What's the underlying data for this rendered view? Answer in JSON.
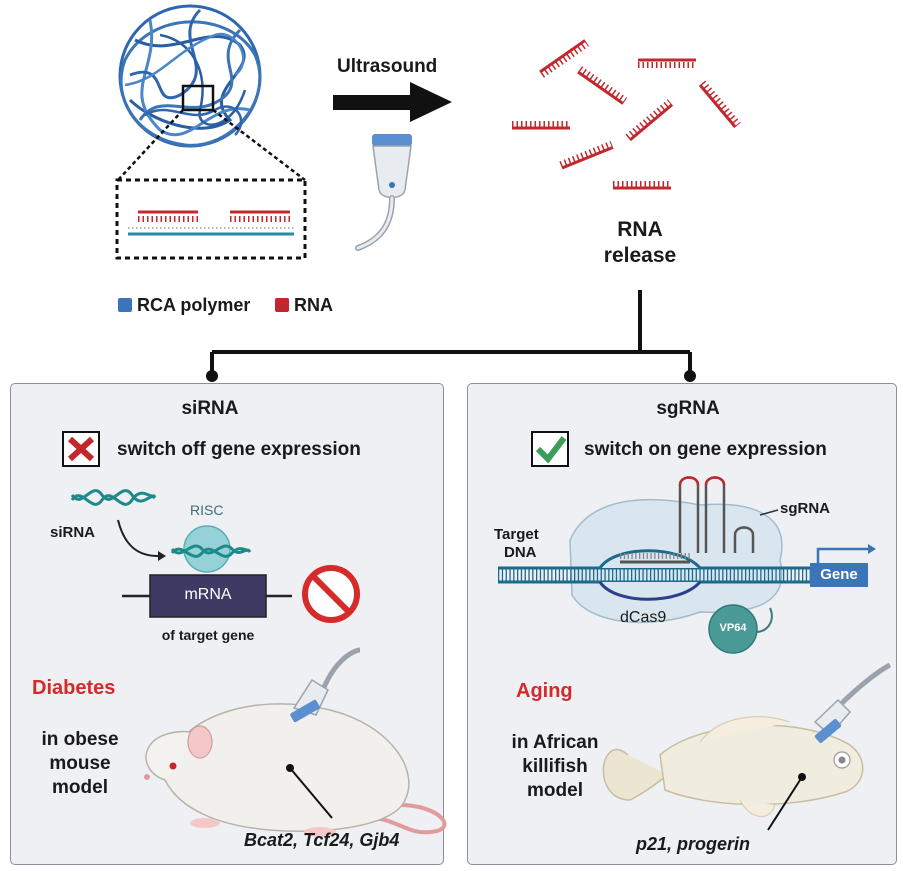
{
  "top": {
    "ultrasound_label": "Ultrasound",
    "release_label_line1": "RNA",
    "release_label_line2": "release",
    "legend": [
      {
        "label": "RCA polymer",
        "color": "#3a75b8"
      },
      {
        "label": "RNA",
        "color": "#c0282d"
      }
    ]
  },
  "left_panel": {
    "title": "siRNA",
    "status_text": "switch off gene expression",
    "status_icon": "red-x-icon",
    "sirna_label": "siRNA",
    "risc_label": "RISC",
    "mrna_label": "mRNA",
    "target_label": "of target gene",
    "disease": "Diabetes",
    "model_line1": "in obese",
    "model_line2": "mouse",
    "model_line3": "model",
    "genes": "Bcat2, Tcf24, Gjb4",
    "accent_color": "#c0282d"
  },
  "right_panel": {
    "title": "sgRNA",
    "status_text": "switch on gene expression",
    "status_icon": "green-check-icon",
    "target_dna_line1": "Target",
    "target_dna_line2": "DNA",
    "sgrna_label": "sgRNA",
    "gene_label": "Gene",
    "dcas9_label": "dCas9",
    "vp64_label": "VP64",
    "disease": "Aging",
    "model_line1": "in African",
    "model_line2": "killifish",
    "model_line3": "model",
    "genes": "p21, progerin",
    "accent_color": "#c0282d"
  }
}
